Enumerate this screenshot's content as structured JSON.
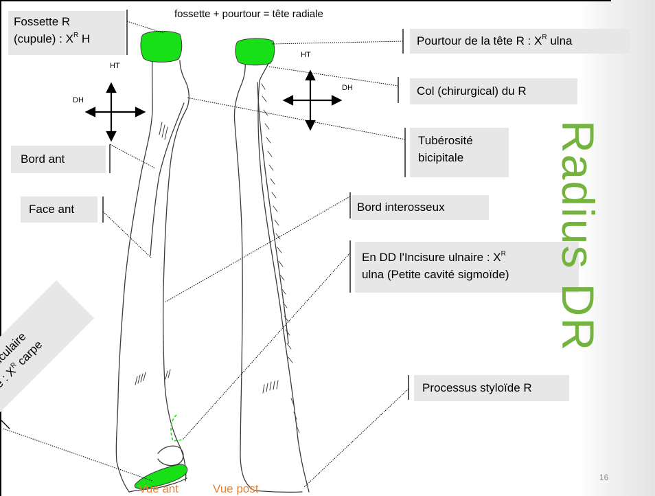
{
  "top_caption": "fossette + pourtour = tête radiale",
  "side_title": "Radius DR",
  "page_number": "16",
  "view_labels": {
    "anterior": "Vue ant",
    "posterior": "Vue post"
  },
  "direction_labels": {
    "ht_left": "HT",
    "dh_left": "DH",
    "ht_right": "HT",
    "dh_right": "DH"
  },
  "labels": {
    "fossette_line1": "Fossette R",
    "fossette_line2_pre": "(cupule) : X",
    "fossette_line2_sup": "R",
    "fossette_line2_post": " H",
    "pourtour_pre": "Pourtour de la tête R : X",
    "pourtour_sup": "R",
    "pourtour_post": " ulna",
    "col": "Col (chirurgical) du R",
    "tuberosite_line1": "Tubérosité",
    "tuberosite_line2": "bicipitale",
    "bord_ant": "Bord ant",
    "face_ant": "Face ant",
    "bord_interosseux": "Bord interosseux",
    "incisure_ulnaire_line1_pre": "En DD l'Incisure ulnaire : X",
    "incisure_ulnaire_line1_sup": "R",
    "incisure_ulnaire_line2": "ulna (Petite cavité sigmoïde)",
    "processus": "Processus styloïde R",
    "incisure_carpienne_line1": "Incisure articulaire",
    "incisure_carpienne_line2_pre": "carpienne : X",
    "incisure_carpienne_line2_sup": "R",
    "incisure_carpienne_line2_post": " carpe"
  },
  "colors": {
    "highlight_green": "#17e017",
    "title_green": "#74b33d",
    "view_label_orange": "#e3843a",
    "label_box_gray": "#e7e7e7"
  }
}
